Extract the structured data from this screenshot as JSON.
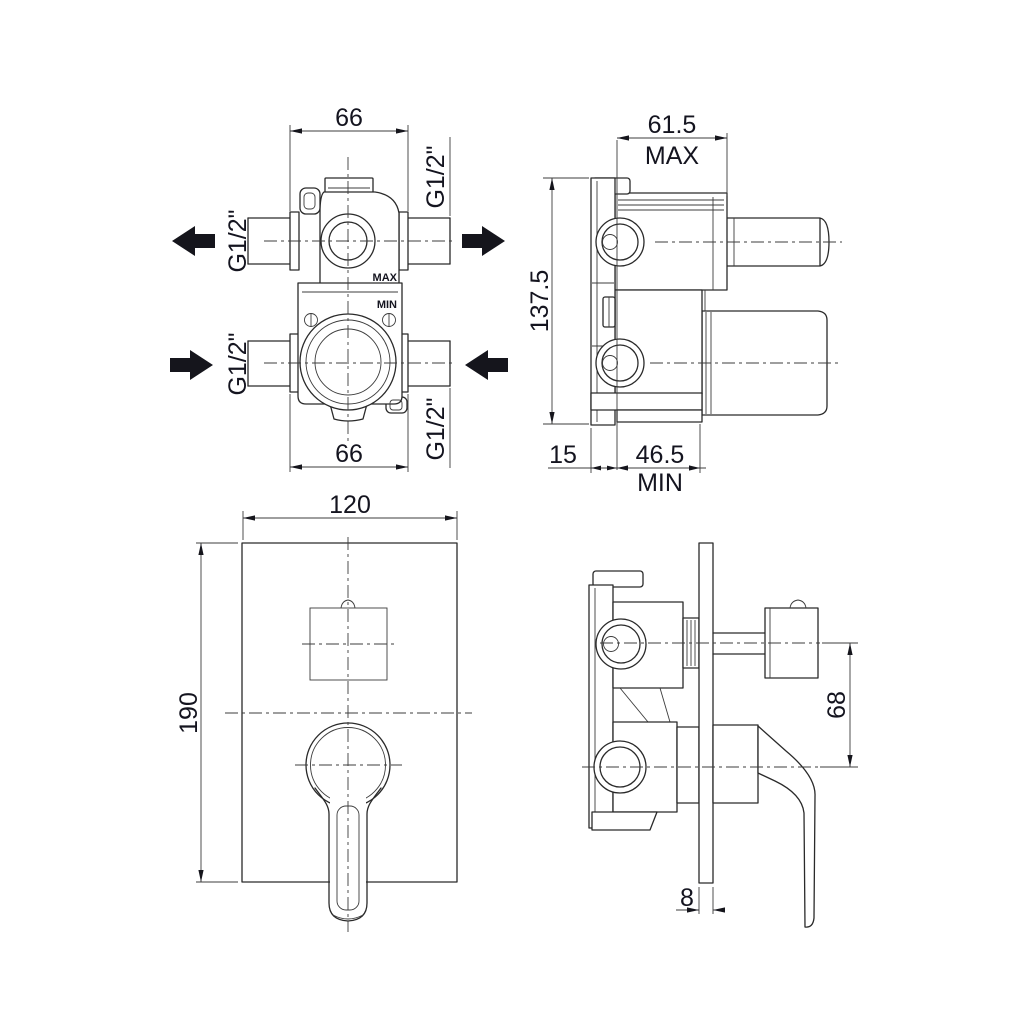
{
  "views": {
    "rough_in_front": {
      "width_top": "66",
      "width_bottom": "66",
      "thread_top_left": "G1/2\"",
      "thread_top_right": "G1/2\"",
      "thread_bottom_left": "G1/2\"",
      "thread_bottom_right": "G1/2\"",
      "mark_max": "MAX",
      "mark_min": "MIN",
      "flow_arrows": {
        "top_left": "arrow-left-icon",
        "top_right": "arrow-right-icon",
        "bottom_left": "arrow-right-icon",
        "bottom_right": "arrow-left-icon"
      }
    },
    "rough_in_side": {
      "depth_max": "61.5",
      "depth_max_label": "MAX",
      "height": "137.5",
      "offset_front": "15",
      "depth_min": "46.5",
      "depth_min_label": "MIN"
    },
    "trim_front": {
      "plate_width": "120",
      "plate_height": "190"
    },
    "trim_side": {
      "axis_spacing": "68",
      "plate_thickness": "8"
    }
  },
  "colors": {
    "line": "#2a2a2a",
    "text": "#14141f",
    "background": "#ffffff"
  }
}
